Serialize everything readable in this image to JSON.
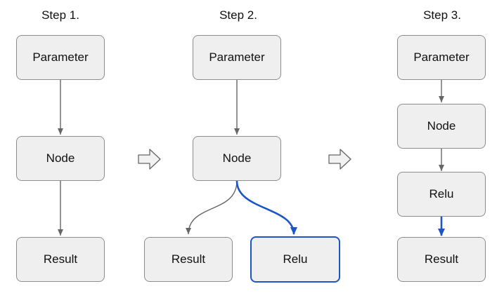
{
  "diagram": {
    "steps": [
      {
        "title": "Step 1.",
        "nodes": [
          "Parameter",
          "Node",
          "Result"
        ]
      },
      {
        "title": "Step 2.",
        "nodes": [
          "Parameter",
          "Node",
          "Result",
          "Relu"
        ]
      },
      {
        "title": "Step 3.",
        "nodes": [
          "Parameter",
          "Node",
          "Relu",
          "Result"
        ]
      }
    ],
    "colors": {
      "node_fill": "#efefef",
      "node_border": "#8c8c8c",
      "edge": "#666666",
      "highlight": "#1b55c6",
      "transition_arrow_fill": "#f2f2f2"
    },
    "icons": {
      "transition": "hollow-right-arrow-icon"
    }
  }
}
